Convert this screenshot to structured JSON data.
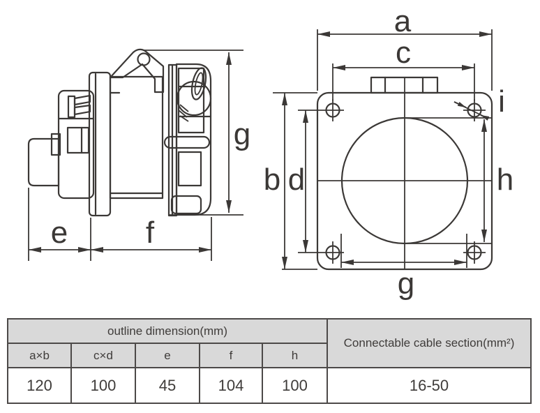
{
  "side_view": {
    "labels": {
      "e": "e",
      "f": "f",
      "g": "g"
    }
  },
  "front_view": {
    "labels": {
      "a": "a",
      "b": "b",
      "c": "c",
      "d": "d",
      "g": "g",
      "h": "h",
      "i": "i"
    }
  },
  "table": {
    "outline_header": "outline dimension(mm)",
    "cable_header": "Connectable cable section(mm²)",
    "columns": [
      "a×b",
      "c×d",
      "e",
      "f",
      "h"
    ],
    "values": [
      "120",
      "100",
      "45",
      "104",
      "100"
    ],
    "cable_value": "16-50"
  },
  "colors": {
    "line": "#3b3836",
    "table_border": "#4c4948",
    "table_header_bg": "#d9d9d9",
    "text": "#3f3c3a",
    "background": "#ffffff"
  }
}
